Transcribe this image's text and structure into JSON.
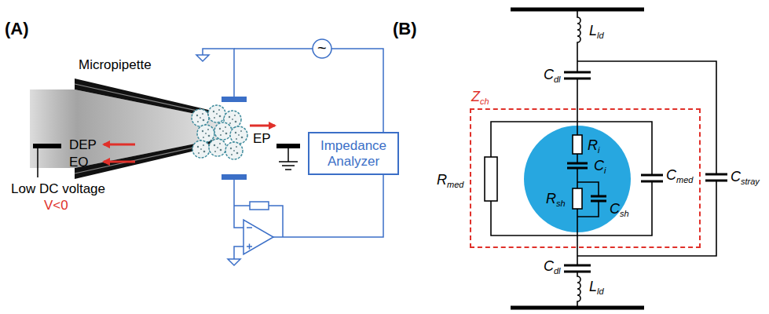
{
  "diagram": {
    "nodes": [
      {
        "text": [
          "Impedance Analyzer"
        ]
      },
      {
        "text": [
          "Zch"
        ]
      },
      {
        "text": [
          "Ri",
          "Ci",
          "Rsh",
          "Csh"
        ],
        "in": 1
      }
    ],
    "labels": [
      "(A)",
      "Micropipette",
      "DEP",
      "EO",
      "EP",
      "~",
      "Low DC voltage",
      "V<0",
      "(B)",
      "Lld",
      "Cdl",
      "Rmed",
      "Cmed",
      "Cstray",
      "Cdl",
      "Lld"
    ]
  }
}
